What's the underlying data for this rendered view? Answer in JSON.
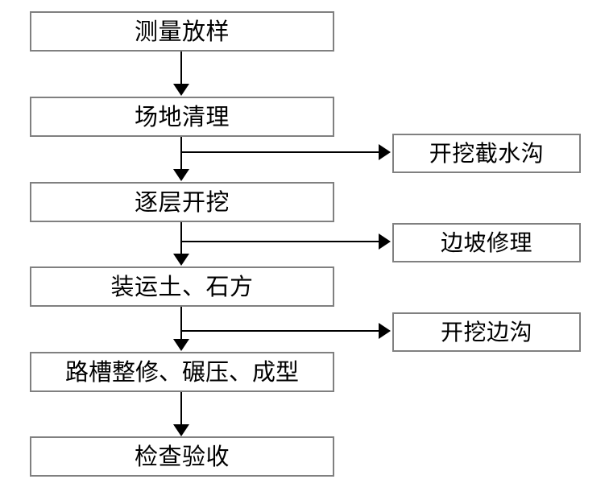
{
  "diagram": {
    "type": "flowchart",
    "orientation": "vertical-with-right-branches",
    "colors": {
      "box_border": "#808080",
      "box_fill": "#ffffff",
      "connector": "#000000",
      "text": "#000000",
      "background": "#ffffff"
    },
    "main_flow": [
      {
        "id": "survey",
        "label": "测量放样"
      },
      {
        "id": "site-clearing",
        "label": "场地清理"
      },
      {
        "id": "layer-excav",
        "label": "逐层开挖"
      },
      {
        "id": "haul",
        "label": "装运土、石方"
      },
      {
        "id": "subgrade",
        "label": "路槽整修、碾压、成型"
      },
      {
        "id": "inspection",
        "label": "检查验收"
      }
    ],
    "branches": [
      {
        "id": "intercept-ditch",
        "label": "开挖截水沟",
        "from": "site-clearing"
      },
      {
        "id": "slope-repair",
        "label": "边坡修理",
        "from": "layer-excav"
      },
      {
        "id": "side-ditch",
        "label": "开挖边沟",
        "from": "haul"
      }
    ],
    "connector_count": 8
  }
}
